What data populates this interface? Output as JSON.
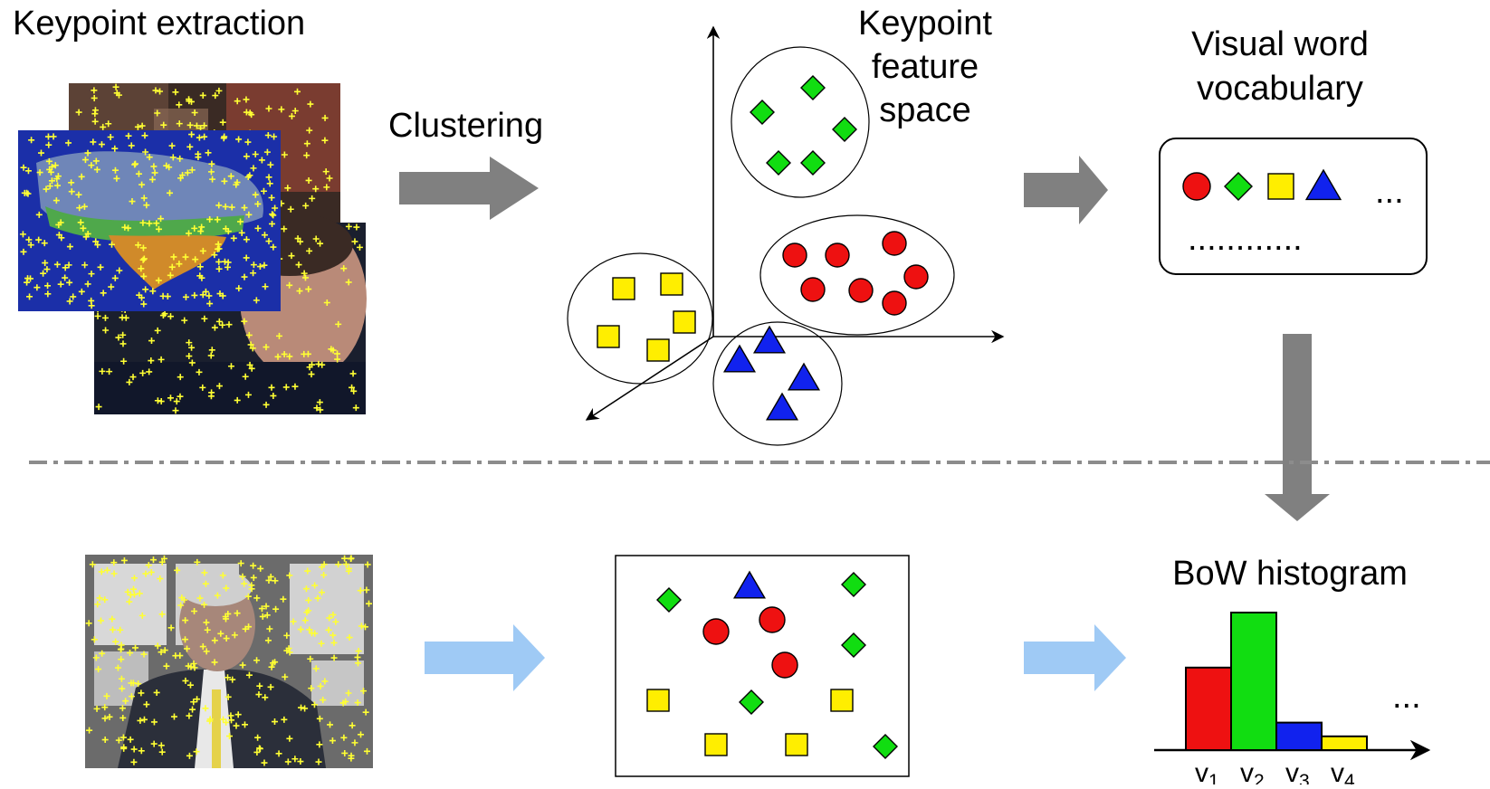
{
  "labels": {
    "keypoint_extraction": "Keypoint extraction",
    "clustering": "Clustering",
    "feature_space": [
      "Keypoint",
      "feature",
      "space"
    ],
    "vocabulary": [
      "Visual word",
      "vocabulary"
    ],
    "vocabulary_more_inline": "...",
    "vocabulary_more_row": "............",
    "bow_histogram": "BoW histogram",
    "histogram_more": "..."
  },
  "colors": {
    "red": "#ee1111",
    "green": "#11dd11",
    "yellow": "#ffee00",
    "blue": "#1122ee",
    "gray_arrow": "#808080",
    "light_blue_arrow": "#9fcaf5",
    "keypoint_marker": "#ffff33"
  },
  "vocabulary_words": [
    "circle",
    "diamond",
    "square",
    "triangle"
  ],
  "chart_data": {
    "type": "bar",
    "categories": [
      "v1",
      "v2",
      "v3",
      "v4"
    ],
    "category_labels": [
      {
        "base": "v",
        "sub": "1"
      },
      {
        "base": "v",
        "sub": "2"
      },
      {
        "base": "v",
        "sub": "3"
      },
      {
        "base": "v",
        "sub": "4"
      }
    ],
    "values": [
      3,
      5,
      1,
      0.5
    ],
    "bar_colors": [
      "#ee1111",
      "#11dd11",
      "#1122ee",
      "#ffee00"
    ],
    "title": "BoW histogram",
    "xlabel": "",
    "ylabel": "",
    "ylim": [
      0,
      5
    ],
    "grid": false
  }
}
